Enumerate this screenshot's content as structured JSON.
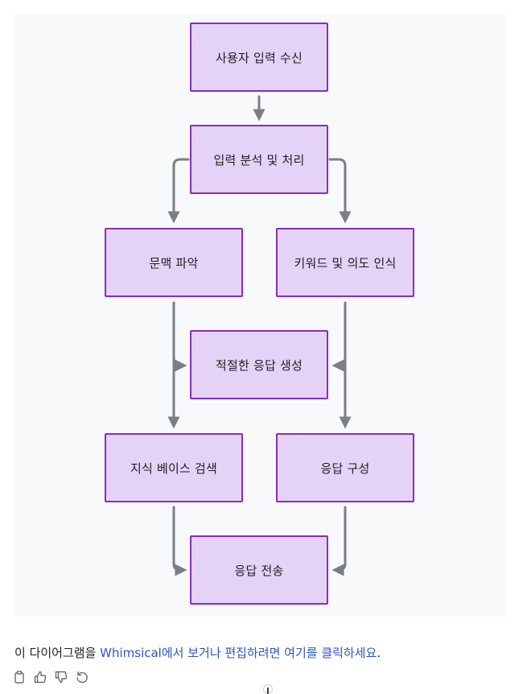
{
  "diagram": {
    "nodes": {
      "input": "사용자 입력 수신",
      "analyze": "입력 분석 및 처리",
      "context": "문맥 파악",
      "keyword": "키워드 및 의도 인식",
      "generate": "적절한 응답 생성",
      "kb_search": "지식 베이스 검색",
      "compose": "응답 구성",
      "send": "응답 전송"
    }
  },
  "caption": {
    "prefix": "이 다이어그램을 ",
    "link_text": "Whimsical에서 보거나 편집하려면 여기를 클릭하세요",
    "suffix": "."
  },
  "actions": {
    "copy": "copy-icon",
    "like": "thumbs-up-icon",
    "dislike": "thumbs-down-icon",
    "regenerate": "regenerate-icon"
  },
  "colors": {
    "node_fill": "#e4d2f7",
    "node_border": "#8a2cbf",
    "edge": "#7a7f85",
    "canvas": "#f8f9fa",
    "link": "#2a56c6"
  }
}
